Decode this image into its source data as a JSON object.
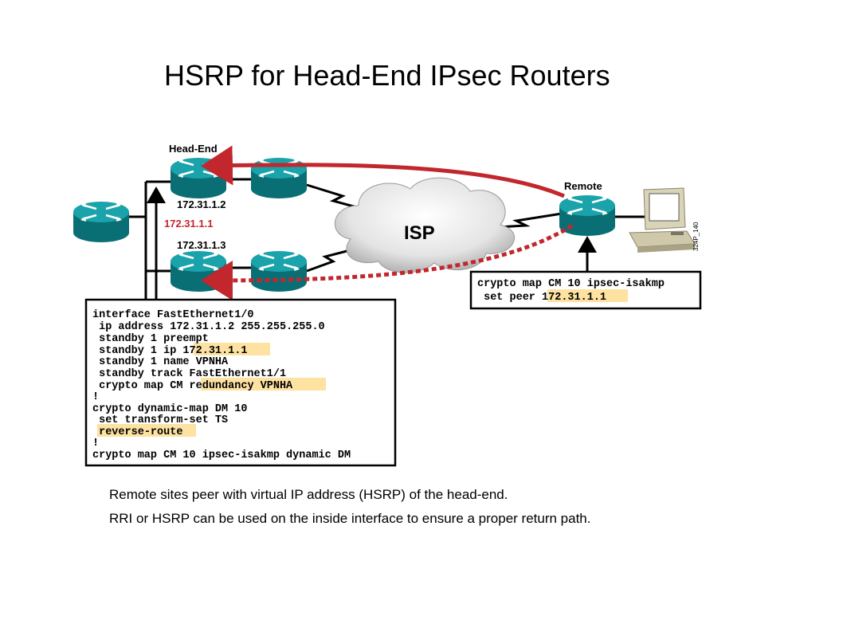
{
  "title": "HSRP for Head-End IPsec Routers",
  "diagram": {
    "head_end_label": "Head-End",
    "remote_label": "Remote",
    "isp_label": "ISP",
    "router1_ip": "172.31.1.2",
    "virtual_ip": "172.31.1.1",
    "router2_ip": "172.31.1.3",
    "figure_id": "324P_140",
    "colors": {
      "accent_red": "#c1272d",
      "router_teal": "#0f8e95",
      "highlight": "#fde2a2"
    }
  },
  "remote_config": {
    "lines": [
      [
        "crypto map CM 10 ipsec-isakmp"
      ],
      [
        " set peer ",
        "172.31.1.1"
      ]
    ]
  },
  "headend_config": {
    "lines": [
      [
        "interface FastEthernet1/0"
      ],
      [
        " ip address 172.31.1.2 255.255.255.0"
      ],
      [
        " standby 1 preempt"
      ],
      [
        " standby 1 ip ",
        "172.31.1.1"
      ],
      [
        " standby 1 name VPNHA"
      ],
      [
        " standby track FastEthernet1/1"
      ],
      [
        " crypto map CM ",
        "redundancy VPNHA"
      ],
      [
        "!"
      ],
      [
        "crypto dynamic-map DM 10"
      ],
      [
        " set transform-set TS"
      ],
      [
        " ",
        "reverse-route"
      ],
      [
        "!"
      ],
      [
        "crypto map CM 10 ipsec-isakmp dynamic DM"
      ]
    ]
  },
  "bullets": [
    "Remote sites peer with virtual IP address (HSRP) of the head-end.",
    "RRI or HSRP can be used on the inside interface to ensure a proper return path."
  ]
}
